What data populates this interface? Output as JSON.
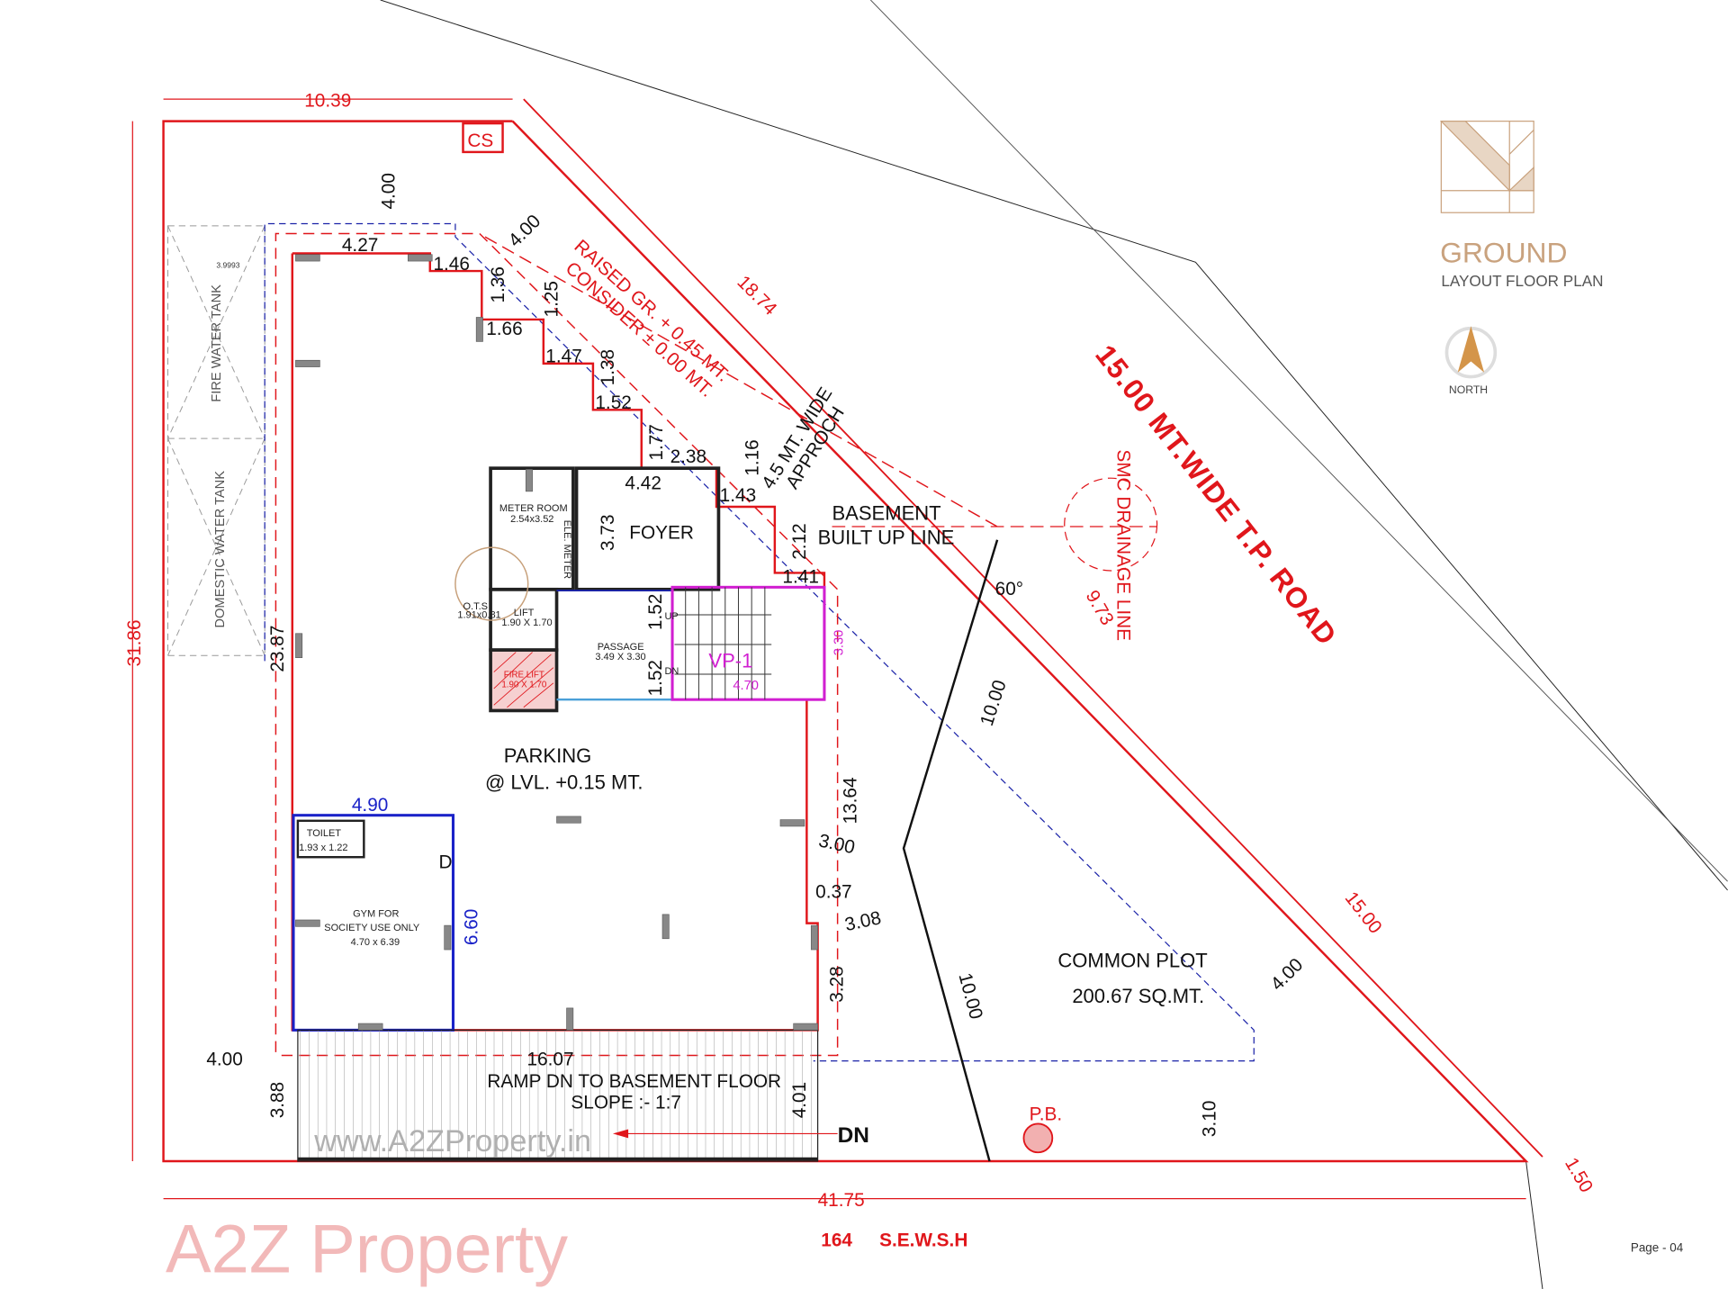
{
  "title": {
    "main": "GROUND",
    "sub": "LAYOUT FLOOR PLAN",
    "north": "NORTH",
    "page": "Page - 04"
  },
  "colors": {
    "boundary": "#e0161b",
    "brand": "#c9a27e",
    "basement_line": "#1a22a8",
    "stair": "#d11fd1",
    "gym": "#1a22c8"
  },
  "road": {
    "label": "15.00 MT.WIDE T.P. ROAD",
    "bottom_road_no": "164",
    "bottom_road": "S.E.W.S.H"
  },
  "markers": {
    "cs": "CS",
    "pb": "P.B.",
    "dn": "DN",
    "drainage": "SMC DRAINAGE LINE",
    "angle": "60°"
  },
  "notes": {
    "raised_1": "RAISED GR. + 0.45 MT.",
    "raised_2": "CONSIDER ± 0.00 MT.",
    "approach_1": "4.5 MT. WIDE",
    "approach_2": "APPROCH",
    "basement_1": "BASEMENT",
    "basement_2": "BUILT UP LINE",
    "parking_1": "PARKING",
    "parking_2": "@ LVL. +0.15 MT.",
    "ramp_1": "RAMP DN TO BASEMENT FLOOR",
    "ramp_2": "SLOPE :- 1:7",
    "common_1": "COMMON PLOT",
    "common_2": "200.67 SQ.MT.",
    "watermark": "A2Z Property",
    "watermark_url": "www.A2ZProperty.in"
  },
  "rooms": {
    "fire_tank": "FIRE WATER TANK",
    "tank_dim": "3.9993",
    "domestic_tank": "DOMESTIC WATER TANK",
    "meter_room": "METER ROOM",
    "meter_room_size": "2.54x3.52",
    "ele_meter": "ELE. METER",
    "foyer": "FOYER",
    "lift": "LIFT",
    "lift_size": "1.90 X 1.70",
    "fire_lift": "FIRE LIFT",
    "fire_lift_size": "1.90 X 1.70",
    "ots": "O.T.S",
    "ots_size": "1.91x0.81",
    "passage": "PASSAGE",
    "passage_size": "3.49 X 3.30",
    "up": "UP",
    "dn": "DN",
    "vp": "VP-1",
    "vp_w": "4.70",
    "vp_h": "3.30",
    "toilet": "TOILET",
    "toilet_size": "1.93 x 1.22",
    "gym_1": "GYM FOR",
    "gym_2": "SOCIETY USE ONLY",
    "gym_size": "4.70 x 6.39",
    "door": "D",
    "gym_w": "4.90",
    "gym_h": "6.60"
  },
  "dims": {
    "top": "10.39",
    "left": "31.86",
    "bottom": "41.75",
    "diag": "18.74",
    "road_seg": "15.00",
    "corner": "1.50",
    "seg973": "9.73",
    "d400a": "4.00",
    "d427": "4.27",
    "d146": "1.46",
    "d400b": "4.00",
    "d136": "1.36",
    "d125": "1.25",
    "d166": "1.66",
    "d147": "1.47",
    "d138": "1.38",
    "d152": "1.52",
    "d177": "1.77",
    "d238": "2.38",
    "d116": "1.16",
    "d442": "4.42",
    "d143": "1.43",
    "d373": "3.73",
    "d212": "2.12",
    "d141": "1.41",
    "d152a": "1.52",
    "d152b": "1.52",
    "d2387": "23.87",
    "d1364": "13.64",
    "d300": "3.00",
    "d037": "0.37",
    "d308": "3.08",
    "d328": "3.28",
    "d1000a": "10.00",
    "d1000b": "10.00",
    "d400c": "4.00",
    "d400d": "4.00",
    "d1607": "16.07",
    "d388": "3.88",
    "d401": "4.01",
    "d310": "3.10"
  }
}
